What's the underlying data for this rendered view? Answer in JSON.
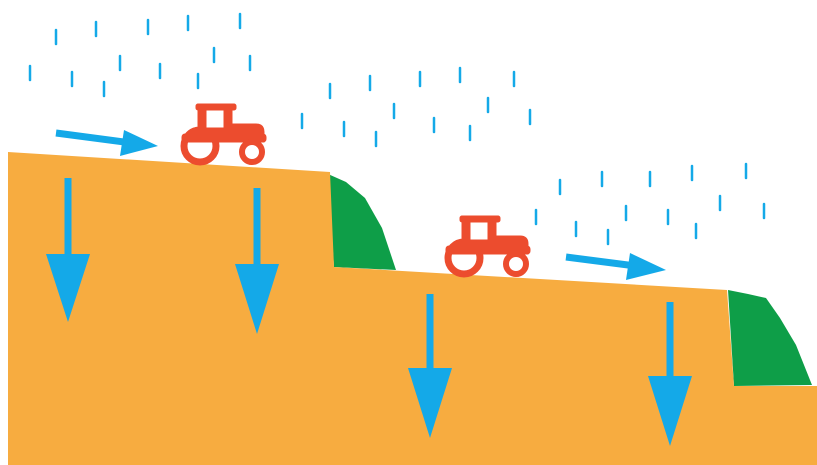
{
  "diagram": {
    "colors": {
      "soil": "#F7AC40",
      "vegetation": "#0E9E48",
      "water": "#14A9E8",
      "tractor": "#EC4C2E",
      "background": "#FFFFFF"
    },
    "elements": {
      "terraces": 2,
      "tractors": 2,
      "runoff_arrows": 2,
      "infiltration_arrows": 4,
      "rain_zones": 3
    },
    "icons": [
      "tractor-icon",
      "rain-drop",
      "arrow-right",
      "arrow-down"
    ]
  }
}
